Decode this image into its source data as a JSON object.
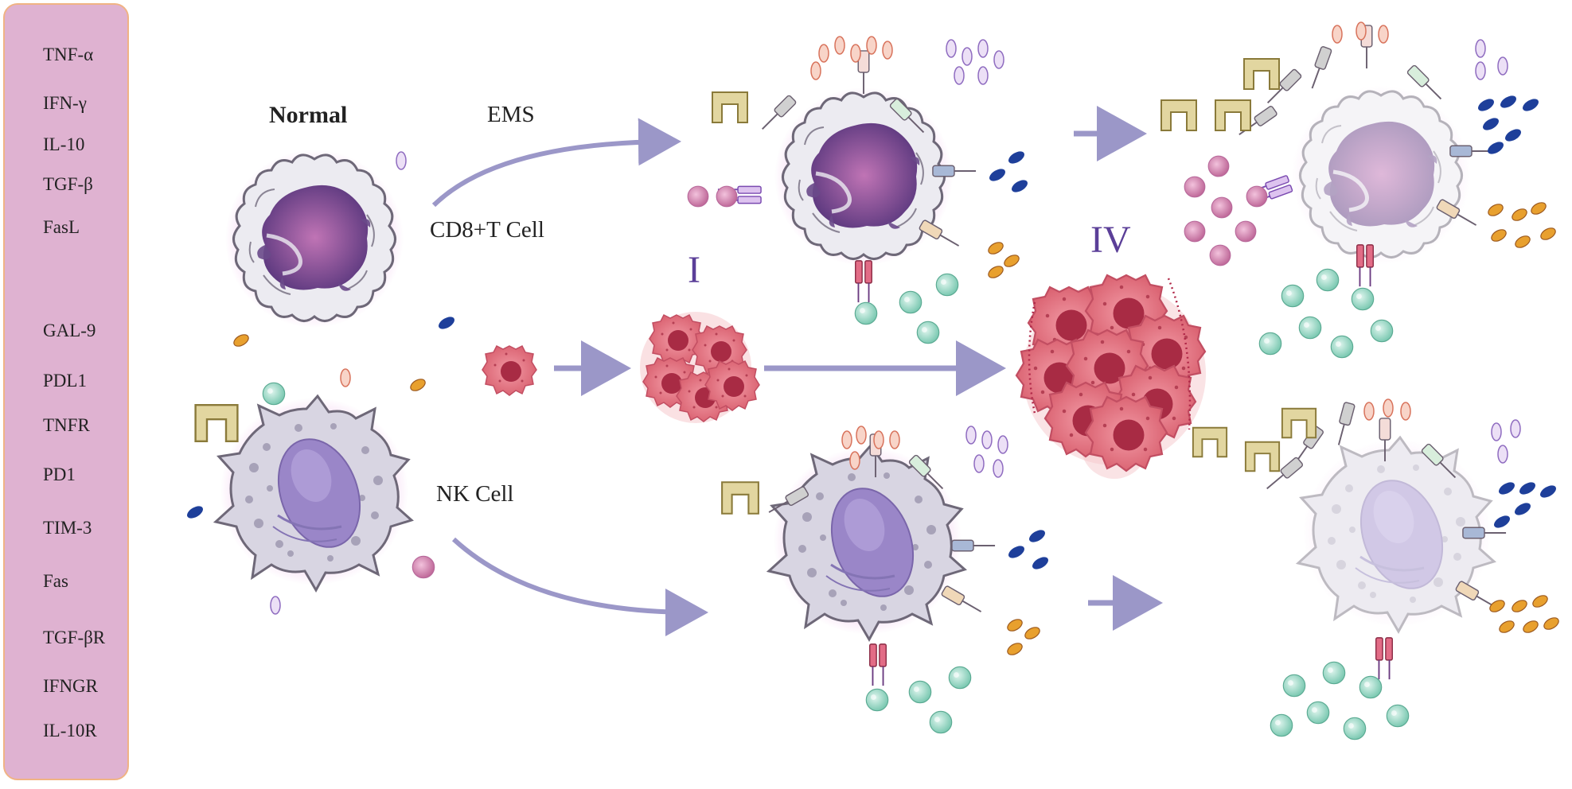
{
  "legend": {
    "items": [
      {
        "icon": "tnf-alpha-icon",
        "label": "TNF-α"
      },
      {
        "icon": "ifn-gamma-icon",
        "label": "IFN-γ"
      },
      {
        "icon": "il-10-icon",
        "label": "IL-10"
      },
      {
        "icon": "tgf-beta-icon",
        "label": "TGF-β"
      },
      {
        "icon": "fasl-icon",
        "label": "FasL"
      },
      {
        "icon": "gal-9-icon",
        "label": "GAL-9"
      },
      {
        "icon": "pdl1-icon",
        "label": "PDL1"
      },
      {
        "icon": "tnfr-icon",
        "label": "TNFR"
      },
      {
        "icon": "pd1-icon",
        "label": "PD1"
      },
      {
        "icon": "tim-3-icon",
        "label": "TIM-3"
      },
      {
        "icon": "fas-icon",
        "label": "Fas"
      },
      {
        "icon": "tgf-beta-r-icon",
        "label": "TGF-βR"
      },
      {
        "icon": "ifngr-icon",
        "label": "IFNGR"
      },
      {
        "icon": "il-10r-icon",
        "label": "IL-10R"
      }
    ]
  },
  "labels": {
    "normal": "Normal",
    "ems": "EMS",
    "cd8_t_cell": "CD8+T Cell",
    "nk_cell": "NK Cell",
    "stage_one": "I",
    "stage_four": "IV"
  },
  "colors": {
    "legend_background": "#dfb2d1",
    "legend_border": "#f0b384",
    "arrow": "#9b97c8",
    "tnf_alpha": "#f2b8a8",
    "ifn_gamma": "#d9c6ea",
    "il_10": "#1e3f9a",
    "tgf_beta": "#e8a02e",
    "fasl": "#d68fb8",
    "gal_9": "#9fdcc8",
    "tumor": "#e37883",
    "roman_numeral": "#5b3f98"
  }
}
